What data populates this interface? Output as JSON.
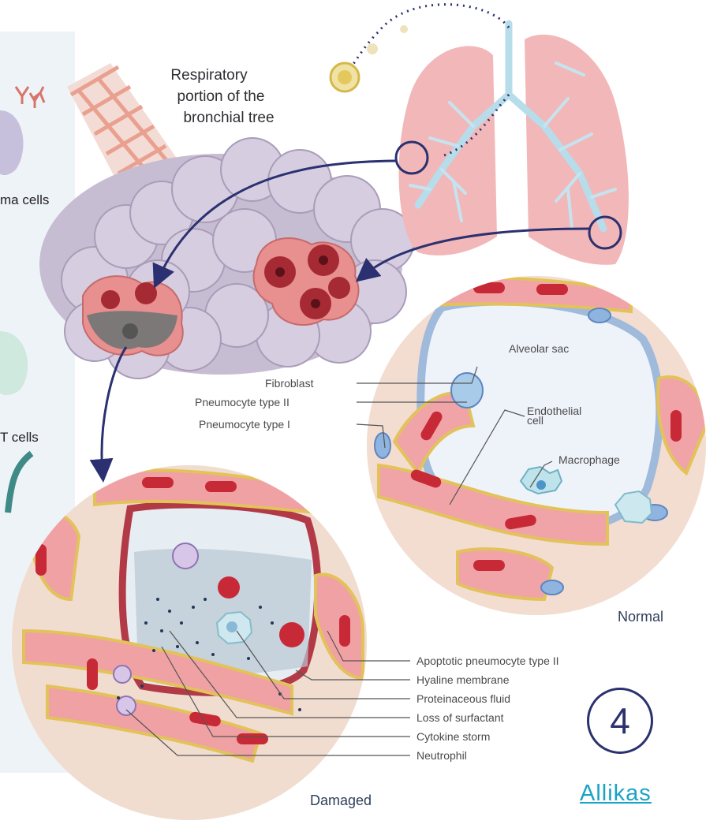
{
  "title": {
    "line1": "Respiratory",
    "line2": "portion of the",
    "line3": "bronchial tree"
  },
  "side_labels": {
    "plasma_cells": "ma cells",
    "t_cells": "T cells"
  },
  "normal_labels": {
    "alveolar_sac": "Alveolar sac",
    "fibroblast": "Fibroblast",
    "pneumocyte_2": "Pneumocyte type II",
    "pneumocyte_1": "Pneumocyte type I",
    "endothelial_1": "Endothelial",
    "endothelial_2": "cell",
    "macrophage": "Macrophage",
    "state": "Normal"
  },
  "damaged_labels": {
    "items": [
      "Apoptotic pneumocyte type II",
      "Hyaline membrane",
      "Proteinaceous fluid",
      "Loss of surfactant",
      "Cytokine storm",
      "Neutrophil"
    ],
    "state": "Damaged"
  },
  "badge": "4",
  "brand": "Allikas",
  "colors": {
    "arrow": "#2b3170",
    "lung": "#f2b3b5",
    "alveoli": "#c9bfd4",
    "blood": "#c0283a",
    "brand": "#1aa3c4"
  }
}
